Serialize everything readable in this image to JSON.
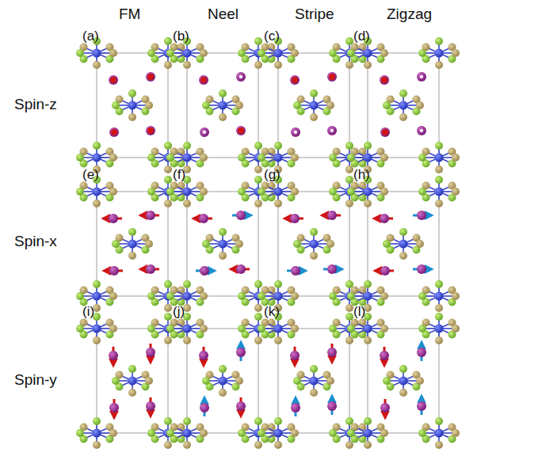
{
  "diagram": {
    "labels": [
      "FM",
      "Neel",
      "Stripe",
      "Zigzag",
      "(a)",
      "(b)",
      "(c)",
      "(d)",
      "Spin-z",
      "(e)",
      "(f)",
      "(g)",
      "(h)",
      "Spin-x",
      "(i)",
      "(j)",
      "(k)",
      "(l)",
      "Spin-y"
    ]
  }
}
